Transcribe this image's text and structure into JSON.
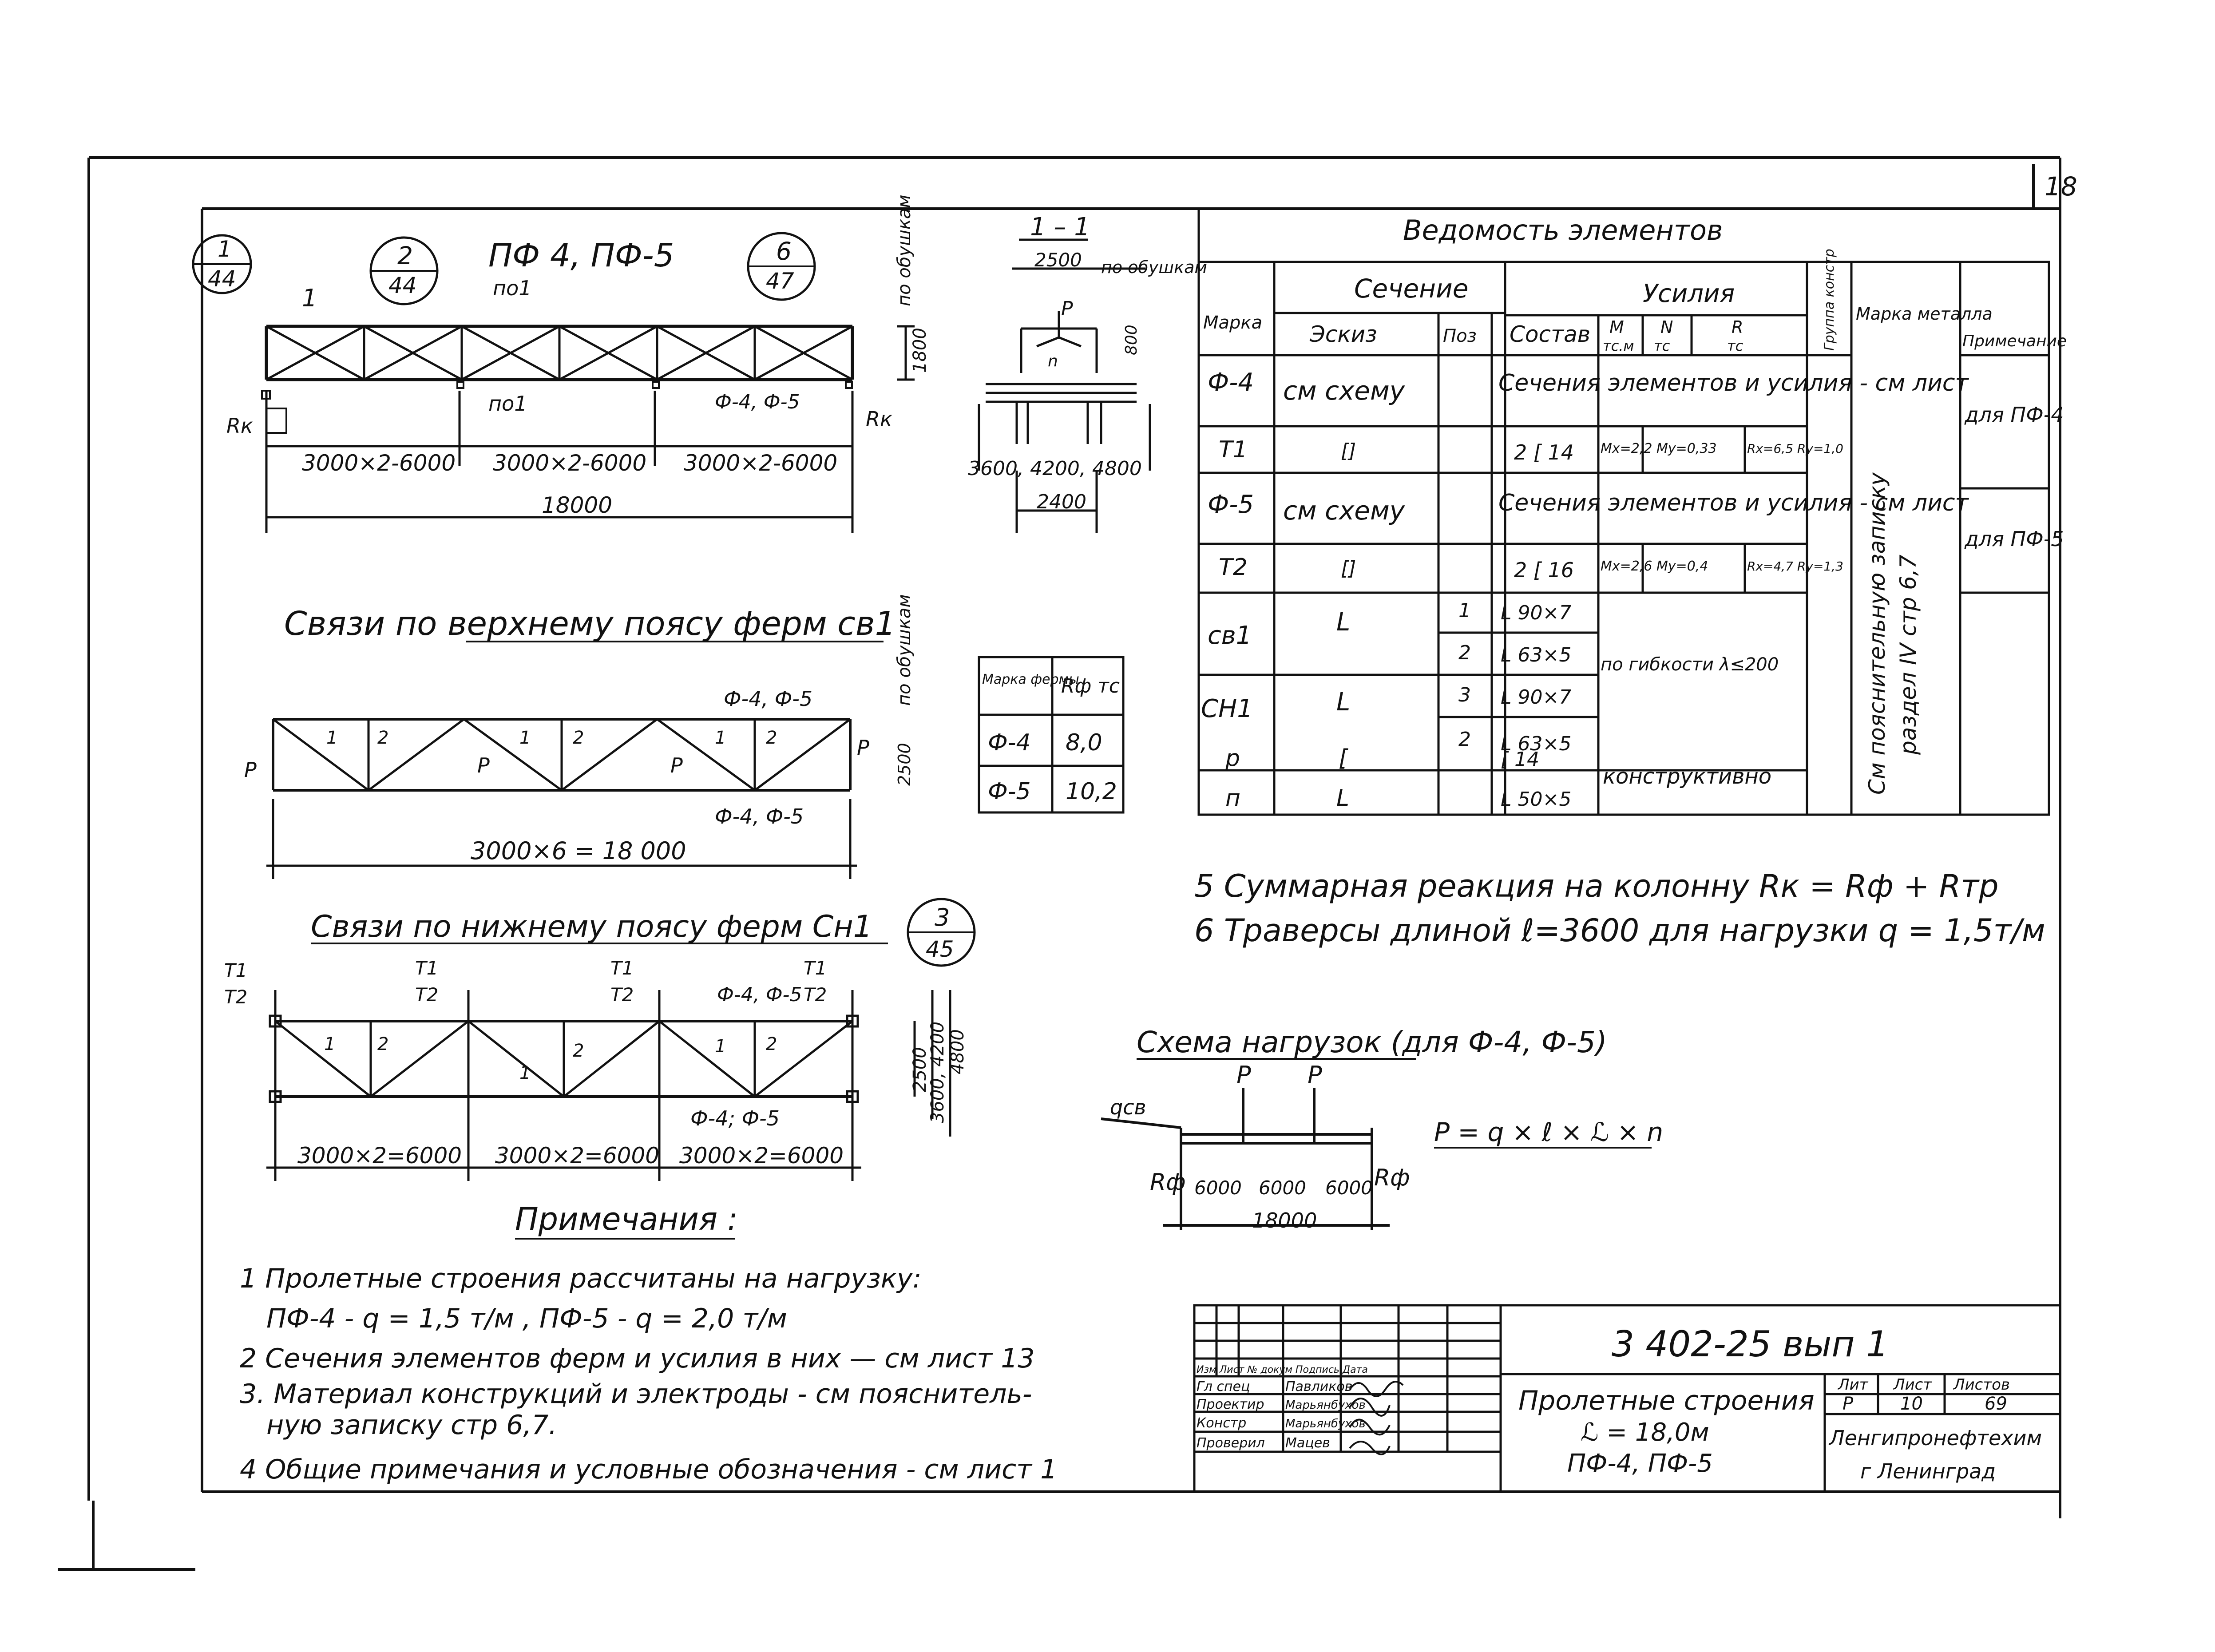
{
  "sheet": {
    "page_number": "18",
    "code": "3 402-25 вып 1"
  },
  "truss": {
    "title": "ПФ 4, ПФ-5",
    "callout_left_top": "1",
    "callout_left_bottom": "44",
    "callout_mid_top": "2",
    "callout_mid_bottom": "44",
    "callout_right_top": "6",
    "callout_right_bottom": "47",
    "section_mark": "1",
    "top_label": "по1",
    "bottom_label": "по1",
    "vert_note": "по обушкам",
    "height": "1800",
    "mark": "Ф-4, Ф-5",
    "reaction": "Rк",
    "dims": [
      "3000×2-6000",
      "3000×2-6000",
      "3000×2-6000"
    ],
    "total": "18000"
  },
  "section": {
    "title": "1 – 1",
    "dim_top": "2500",
    "note": "по обушкам",
    "load": "P",
    "n": "n",
    "height": "800",
    "dims_bottom": "3600, 4200, 4800",
    "dim_bottom": "2400"
  },
  "table": {
    "title": "Ведомость элементов",
    "h_marka": "Марка",
    "h_sechenie": "Сечение",
    "h_eskiz": "Эскиз",
    "h_poz": "Поз",
    "h_sostav": "Состав",
    "h_usilia": "Усилия",
    "h_M": "M",
    "h_M_unit": "тс.м",
    "h_N": "N",
    "h_N_unit": "тс",
    "h_R": "R",
    "h_R_unit": "тс",
    "h_gruppa": "Группа констр",
    "h_metall": "Марка металла",
    "h_prim": "Примечание",
    "r1_marka": "Ф-4",
    "r1_eskiz": "см схему",
    "r1_text": "Сечения элементов и усилия - см лист",
    "r2_marka": "Т1",
    "r2_eskiz": "[]",
    "r2_sostav": "2 [ 14",
    "r2_M": "Mx=2,2 My=0,33",
    "r2_R": "Rx=6,5 Ry=1,0",
    "r3_marka": "Ф-5",
    "r3_eskiz": "см схему",
    "r3_text": "Сечения элементов и усилия - см лист",
    "r4_marka": "Т2",
    "r4_eskiz": "[]",
    "r4_sostav": "2 [ 16",
    "r4_M": "Mx=2,6 My=0,4",
    "r4_R": "Rx=4,7 Ry=1,3",
    "r5_marka": "св1",
    "r5_eskiz": "L",
    "r5_poz1": "1",
    "r5_sostav1": "L 90×7",
    "r5_poz2": "2",
    "r5_sostav2": "L 63×5",
    "r6_marka": "СН1",
    "r6_eskiz": "L",
    "r6_poz1": "3",
    "r6_sostav1": "L 90×7",
    "r6_poz2": "2",
    "r6_sostav2": "L 63×5",
    "flex_note": "по гибкости λ≤200",
    "r7_marka": "р",
    "r7_eskiz": "[",
    "r7_sostav": "[ 14",
    "r8_marka": "п",
    "r8_eskiz": "L",
    "r8_sostav": "L 50×5",
    "konstr_note": "конструктивно",
    "vertical_note_1": "См пояснительную записку",
    "vertical_note_2": "раздел IV стр 6,7",
    "prim_1": "для ПФ-4",
    "prim_2": "для ПФ-5"
  },
  "rf_table": {
    "h1": "Марка фермы",
    "h2": "Rф тс",
    "r1_a": "Ф-4",
    "r1_b": "8,0",
    "r2_a": "Ф-5",
    "r2_b": "10,2"
  },
  "upper_braces": {
    "title": "Связи по верхнему поясу ферм св1",
    "mark_top": "Ф-4, Ф-5",
    "mark_bottom": "Ф-4, Ф-5",
    "height": "2500",
    "vert_note": "по обушкам",
    "p": "P",
    "bar1": "1",
    "bar2": "2",
    "total": "3000×6 = 18 000"
  },
  "lower_braces": {
    "title": "Связи по нижнему поясу ферм Сн1",
    "callout_top": "3",
    "callout_bottom": "45",
    "t1": "Т1",
    "t2": "Т2",
    "mark_top": "Ф-4, Ф-5",
    "mark_bottom": "Ф-4; Ф-5",
    "dim_a": "2500",
    "dim_b": "3600, 4200",
    "dim_c": "4800",
    "bar1": "1",
    "bar2": "2",
    "dims": [
      "3000×2=6000",
      "3000×2=6000",
      "3000×2=6000"
    ]
  },
  "notes_right": {
    "n5": "5  Суммарная реакция на  колонну Rк = Rф + Rтр",
    "n6": "6  Траверсы длиной  ℓ=3600 для нагрузки  q = 1,5т/м"
  },
  "load_scheme": {
    "title": "Схема нагрузок (для Ф-4, Ф-5)",
    "q": "qсв",
    "p": "P",
    "formula": "P = q × ℓ × ℒ × n",
    "rf": "Rф",
    "dims": [
      "6000",
      "6000",
      "6000"
    ],
    "total": "18000"
  },
  "notes": {
    "title": "Примечания :",
    "n1a": "1  Пролетные строения рассчитаны на нагрузку:",
    "n1b": "ПФ-4 - q = 1,5 т/м ,   ПФ-5 - q = 2,0 т/м",
    "n2": "2  Сечения  элементов ферм и усилия в них — см лист 13",
    "n3a": "3.  Материал конструкций и электроды - см пояснитель-",
    "n3b": "ную записку  стр 6,7.",
    "n4": "4  Общие примечания и условные обозначения - см лист 1"
  },
  "stamp": {
    "code": "3 402-25 вып 1",
    "name1": "Пролетные строения",
    "name2": "ℒ = 18,0м",
    "name3": "ПФ-4,  ПФ-5",
    "h_stage": "Лит",
    "h_sheet": "Лист",
    "h_sheets": "Листов",
    "stage": "Р",
    "sheet": "10",
    "sheets": "69",
    "org1": "Ленгипронефтехим",
    "org2": "г Ленинград",
    "h_head": "Изм  Лист  № докум  Подпись  Дата",
    "role1": "Гл спец",
    "person1": "Павликов",
    "role2": "Проектир",
    "person2": "Марьянбухов",
    "role3": "Констр",
    "person3": "Марьянбухов",
    "role4": "Проверил",
    "person4": "Мацев"
  }
}
